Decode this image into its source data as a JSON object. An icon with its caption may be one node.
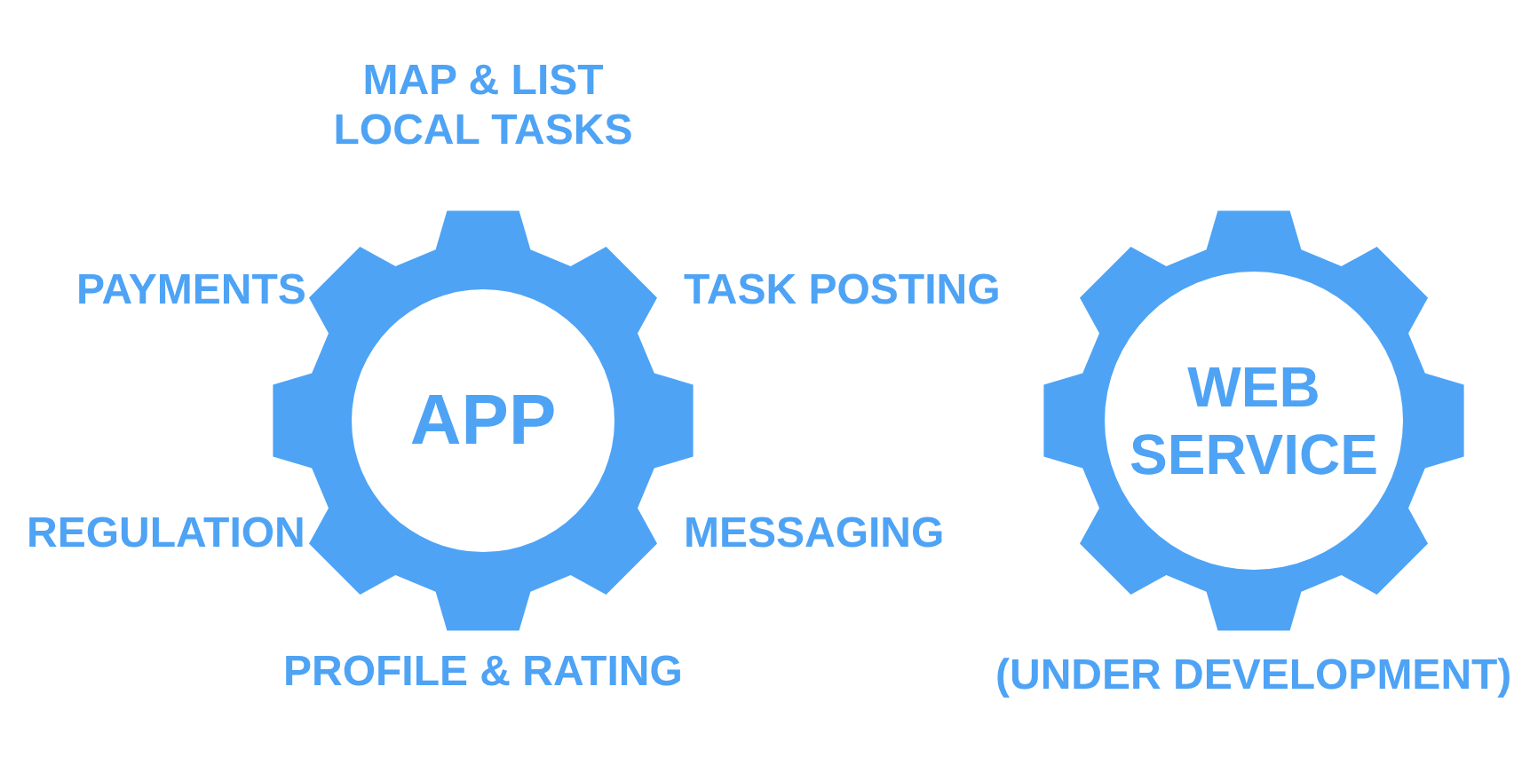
{
  "diagram": {
    "nodes": [
      {
        "text": [
          "APP"
        ]
      },
      {
        "text": [
          "WEB SERVICE"
        ],
        "beside": [
          "(UNDER DEVELOPMENT)"
        ]
      }
    ],
    "labels": [
      "MAP & LIST LOCAL TASKS",
      "PAYMENTS",
      "TASK POSTING",
      "REGULATION",
      "MESSAGING",
      "PROFILE & RATING"
    ]
  }
}
